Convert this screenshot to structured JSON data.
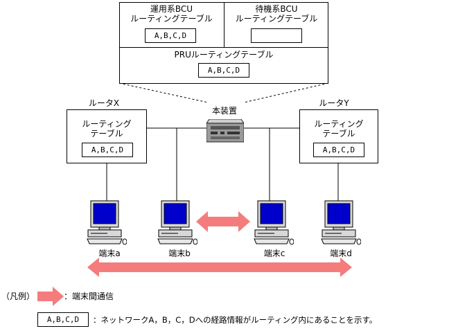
{
  "top_panel": {
    "active_bcu": {
      "title_line1": "運用系BCU",
      "title_line2": "ルーティングテーブル",
      "table": "A,B,C,D"
    },
    "standby_bcu": {
      "title_line1": "待機系BCU",
      "title_line2": "ルーティングテーブル",
      "table": ""
    },
    "pru": {
      "title": "PRUルーティングテーブル",
      "table": "A,B,C,D"
    }
  },
  "device": {
    "label": "本装置"
  },
  "router_x": {
    "label": "ルータX",
    "inner_line1": "ルーティング",
    "inner_line2": "テーブル",
    "table": "A,B,C,D"
  },
  "router_y": {
    "label": "ルータY",
    "inner_line1": "ルーティング",
    "inner_line2": "テーブル",
    "table": "A,B,C,D"
  },
  "terminals": [
    {
      "label": "端末a"
    },
    {
      "label": "端末b"
    },
    {
      "label": "端末c"
    },
    {
      "label": "端末d"
    }
  ],
  "legend": {
    "paren_label": "（凡例）",
    "arrow_desc": "：端末間通信",
    "table_sample": "A,B,C,D",
    "table_desc": "：ネットワークA，B，C，Dへの経路情報がルーティング内にあることを示す。"
  },
  "colors": {
    "arrow": "#f47c7c",
    "monitor_screen": "#0000cc",
    "device_body": "#9a9a9a"
  }
}
